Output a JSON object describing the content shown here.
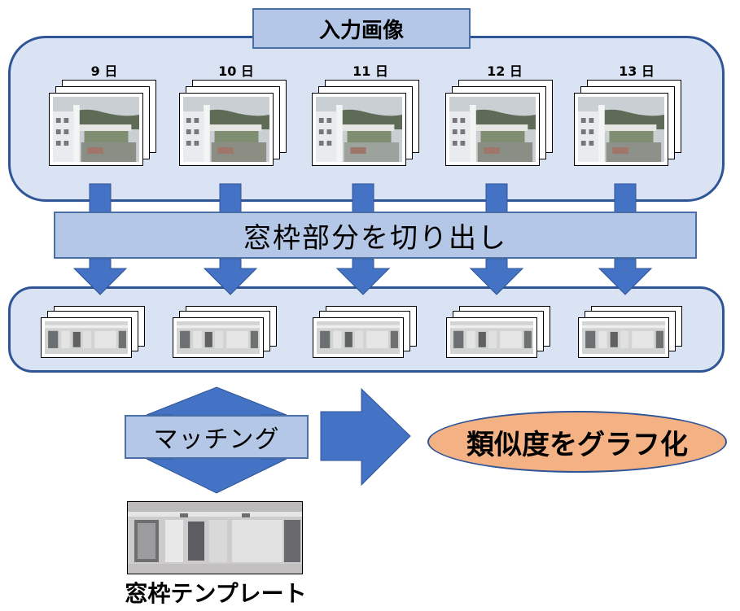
{
  "title": "入力画像",
  "days": [
    "9 日",
    "10 日",
    "11 日",
    "12 日",
    "13 日"
  ],
  "cut_step": "窓枠部分を切り出し",
  "match_step": "マッチング",
  "result": "類似度をグラフ化",
  "template_label": "窓枠テンプレート",
  "colors": {
    "panel_border": "#2f5597",
    "panel_fill": "#dae3f3",
    "band_fill": "#b4c7e7",
    "arrow": "#4472c4",
    "result_fill": "#f4b183"
  },
  "icons": [
    "down-arrow-icon",
    "right-arrow-icon",
    "double-vertical-arrow-icon"
  ]
}
